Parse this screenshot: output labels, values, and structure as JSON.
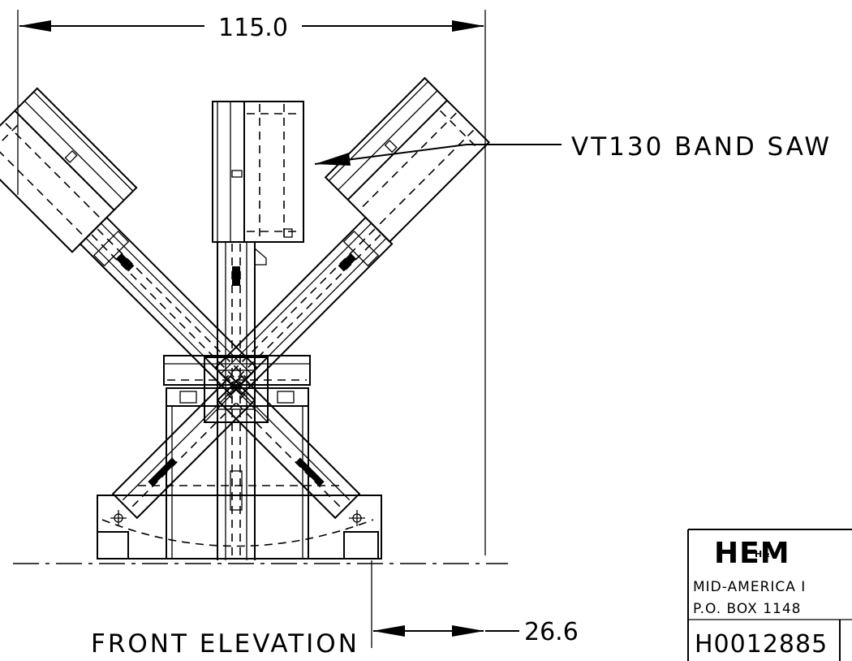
{
  "drawing": {
    "overall_width_dim": "115.0",
    "offset_dim": "26.6",
    "callout_label": "VT130 BAND SAW",
    "view_label": "FRONT ELEVATION"
  },
  "title_block": {
    "logo_text": "HEM",
    "logo_small": "H&",
    "company_line": "MID-AMERICA I",
    "address_line": "P.O. BOX 1148",
    "drawing_number": "H0012885"
  }
}
